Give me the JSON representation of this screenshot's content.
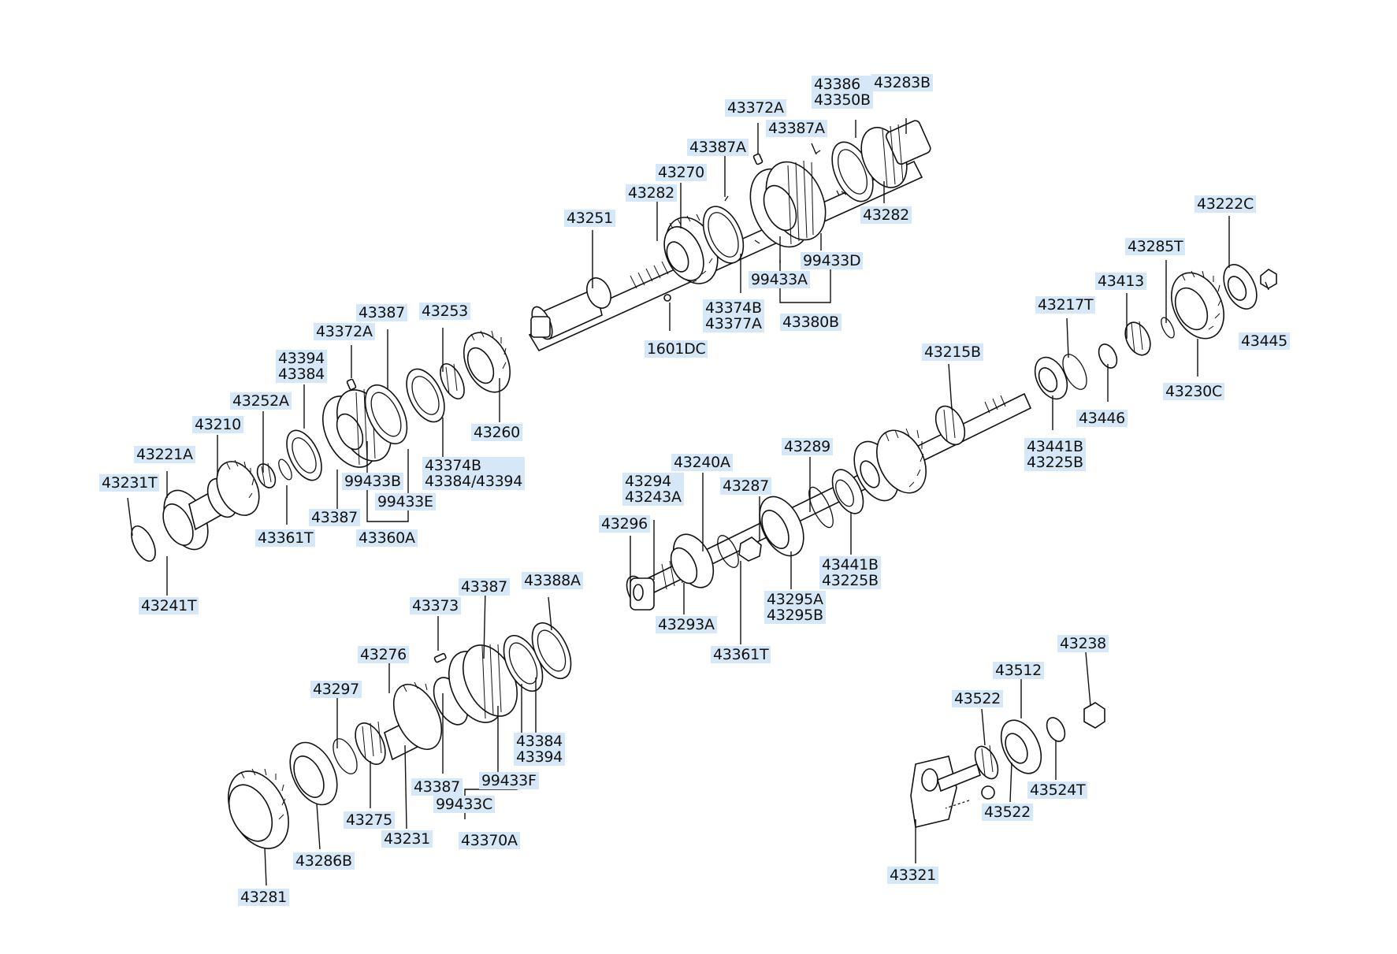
{
  "diagram": {
    "callouts": [
      {
        "id": "c43386",
        "text": "43386\n43350B"
      },
      {
        "id": "c43283B",
        "text": "43283B"
      },
      {
        "id": "c43372A_top",
        "text": "43372A"
      },
      {
        "id": "c43387A_r",
        "text": "43387A"
      },
      {
        "id": "c43387A_l",
        "text": "43387A"
      },
      {
        "id": "c43270",
        "text": "43270"
      },
      {
        "id": "c43282_l",
        "text": "43282"
      },
      {
        "id": "c43282_r",
        "text": "43282"
      },
      {
        "id": "c43251",
        "text": "43251"
      },
      {
        "id": "c99433D",
        "text": "99433D"
      },
      {
        "id": "c99433A",
        "text": "99433A"
      },
      {
        "id": "c43374B_top",
        "text": "43374B\n43377A"
      },
      {
        "id": "c43380B",
        "text": "43380B"
      },
      {
        "id": "c1601DC",
        "text": "1601DC"
      },
      {
        "id": "c43222C",
        "text": "43222C"
      },
      {
        "id": "c43285T",
        "text": "43285T"
      },
      {
        "id": "c43413",
        "text": "43413"
      },
      {
        "id": "c43217T",
        "text": "43217T"
      },
      {
        "id": "c43445",
        "text": "43445"
      },
      {
        "id": "c43215B",
        "text": "43215B"
      },
      {
        "id": "c43230C",
        "text": "43230C"
      },
      {
        "id": "c43446",
        "text": "43446"
      },
      {
        "id": "c43441B_r",
        "text": "43441B\n43225B"
      },
      {
        "id": "c43387_mid",
        "text": "43387"
      },
      {
        "id": "c43253",
        "text": "43253"
      },
      {
        "id": "c43372A_mid",
        "text": "43372A"
      },
      {
        "id": "c43394_mid",
        "text": "43394\n43384"
      },
      {
        "id": "c43252A",
        "text": "43252A"
      },
      {
        "id": "c43210",
        "text": "43210"
      },
      {
        "id": "c43260",
        "text": "43260"
      },
      {
        "id": "c43221A",
        "text": "43221A"
      },
      {
        "id": "c43231T",
        "text": "43231T"
      },
      {
        "id": "c43374B_mid",
        "text": "43374B\n43384/43394"
      },
      {
        "id": "c99433B",
        "text": "99433B"
      },
      {
        "id": "c99433E",
        "text": "99433E"
      },
      {
        "id": "c43387_low",
        "text": "43387"
      },
      {
        "id": "c43361T_l",
        "text": "43361T"
      },
      {
        "id": "c43360A",
        "text": "43360A"
      },
      {
        "id": "c43241T",
        "text": "43241T"
      },
      {
        "id": "c43289",
        "text": "43289"
      },
      {
        "id": "c43240A",
        "text": "43240A"
      },
      {
        "id": "c43294",
        "text": "43294\n43243A"
      },
      {
        "id": "c43287",
        "text": "43287"
      },
      {
        "id": "c43296",
        "text": "43296"
      },
      {
        "id": "c43441B_m",
        "text": "43441B\n43225B"
      },
      {
        "id": "c43295A",
        "text": "43295A\n43295B"
      },
      {
        "id": "c43293A",
        "text": "43293A"
      },
      {
        "id": "c43361T_m",
        "text": "43361T"
      },
      {
        "id": "c43388A",
        "text": "43388A"
      },
      {
        "id": "c43387_b",
        "text": "43387"
      },
      {
        "id": "c43373",
        "text": "43373"
      },
      {
        "id": "c43276",
        "text": "43276"
      },
      {
        "id": "c43297",
        "text": "43297"
      },
      {
        "id": "c43384_b",
        "text": "43384\n43394"
      },
      {
        "id": "c43387_b2",
        "text": "43387"
      },
      {
        "id": "c99433F",
        "text": "99433F"
      },
      {
        "id": "c99433C",
        "text": "99433C"
      },
      {
        "id": "c43275",
        "text": "43275"
      },
      {
        "id": "c43231",
        "text": "43231"
      },
      {
        "id": "c43370A",
        "text": "43370A"
      },
      {
        "id": "c43286B",
        "text": "43286B"
      },
      {
        "id": "c43281",
        "text": "43281"
      },
      {
        "id": "c43238",
        "text": "43238"
      },
      {
        "id": "c43512",
        "text": "43512"
      },
      {
        "id": "c43522_t",
        "text": "43522"
      },
      {
        "id": "c43524T",
        "text": "43524T"
      },
      {
        "id": "c43522_b",
        "text": "43522"
      },
      {
        "id": "c43321",
        "text": "43321"
      }
    ]
  }
}
